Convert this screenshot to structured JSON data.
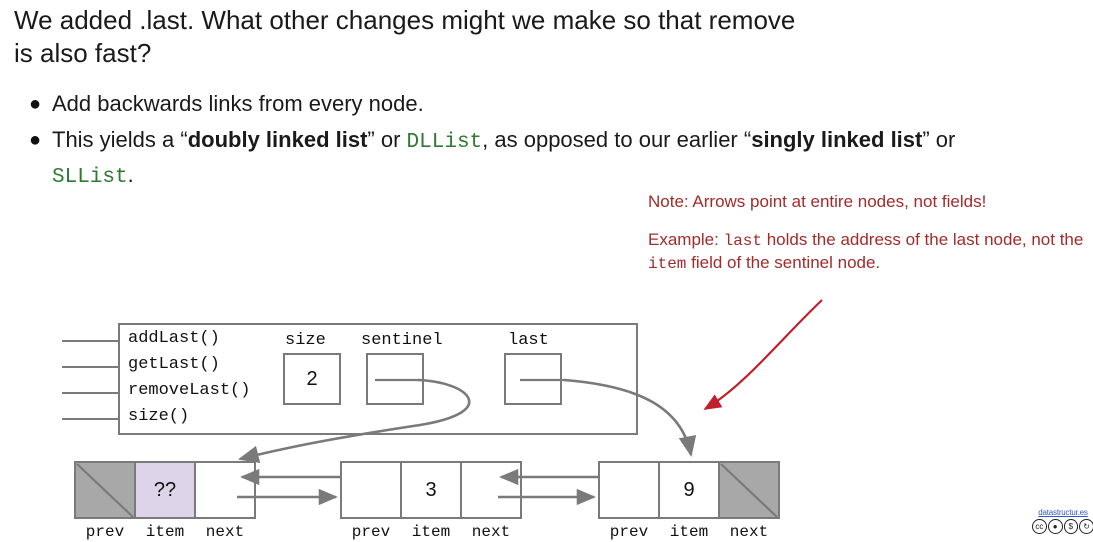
{
  "slide": {
    "title": "We added .last. What other changes might we make so that remove\nis also fast?",
    "bullets": [
      {
        "dot": "●",
        "segments": [
          {
            "text": "Add backwards links from every node.",
            "style": "plain"
          }
        ]
      },
      {
        "dot": "●",
        "segments": [
          {
            "text": "This yields a “",
            "style": "plain"
          },
          {
            "text": "doubly linked list",
            "style": "bold"
          },
          {
            "text": "” or ",
            "style": "plain"
          },
          {
            "text": "DLList",
            "style": "mono-green"
          },
          {
            "text": ", as opposed to our earlier “",
            "style": "plain"
          },
          {
            "text": "singly linked list",
            "style": "bold"
          },
          {
            "text": "” or ",
            "style": "plain"
          },
          {
            "text": "SLList",
            "style": "mono-green"
          },
          {
            "text": ".",
            "style": "plain"
          }
        ]
      }
    ]
  },
  "note": {
    "color": "#a32b2b",
    "line1": "Note: Arrows point at entire nodes, not fields!",
    "para2_a": "Example: ",
    "para2_code1": "last",
    "para2_b": " holds the address of the last node, not the ",
    "para2_code2": "item",
    "para2_c": " field of the sentinel node."
  },
  "dllist": {
    "methods": [
      "addLast()",
      "getLast()",
      "removeLast()",
      "size()"
    ],
    "fields": [
      {
        "label": "size",
        "value": "2"
      },
      {
        "label": "sentinel",
        "value": ""
      },
      {
        "label": "last",
        "value": ""
      }
    ]
  },
  "nodes": [
    {
      "name": "sentinel-node",
      "cells": [
        {
          "label": "prev",
          "value": "",
          "fill": "gray"
        },
        {
          "label": "item",
          "value": "??",
          "fill": "lav"
        },
        {
          "label": "next",
          "value": "",
          "fill": "white"
        }
      ]
    },
    {
      "name": "node-3",
      "cells": [
        {
          "label": "prev",
          "value": "",
          "fill": "white"
        },
        {
          "label": "item",
          "value": "3",
          "fill": "white"
        },
        {
          "label": "next",
          "value": "",
          "fill": "white"
        }
      ]
    },
    {
      "name": "node-9",
      "cells": [
        {
          "label": "prev",
          "value": "",
          "fill": "white"
        },
        {
          "label": "item",
          "value": "9",
          "fill": "white"
        },
        {
          "label": "next",
          "value": "",
          "fill": "gray"
        }
      ]
    }
  ],
  "watermark": {
    "text": "datastructur.es",
    "badges": [
      "cc",
      "\u0001",
      "Ⓐ",
      "="
    ]
  },
  "colors": {
    "stroke": "#7a7a7a",
    "gray_fill": "#a8a8a8",
    "lavender_fill": "#ded4e9",
    "red": "#a32b2b",
    "green_code": "#2d7a33"
  }
}
